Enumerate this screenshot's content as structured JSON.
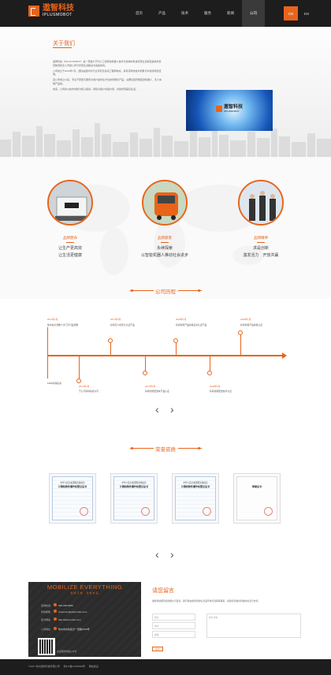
{
  "header": {
    "logo_cn": "遨智科技",
    "logo_en": "IPLUSMOBOT",
    "nav": [
      "首页",
      "产品",
      "技术",
      "服务",
      "新闻",
      "公司"
    ],
    "lang_cn": "CN",
    "lang_en": "EN"
  },
  "about": {
    "title": "关于我们",
    "paragraphs": [
      "遨博科技（IPLUS MOBOT）是一家致力于同人工智能和机器人技术为载体的科技智慧生活新型提供商智慧物流和无人驾驶公司与智慧生活解决方案提供商。",
      "公司成立于2016年7月，团队由国内外行业专家及资深工程师构成，具有深厚的技术积累与丰富的项目经验。",
      "自公司成立以来，专注于研发与服务为用户提供全方位的智能化产品，主要包括智能配送机器人、无人车等产品线。",
      "未来，公司将以技术创新为核心驱动，持续为客户创造价值，共建智慧美好生活。"
    ],
    "image_logo": "遨智科技",
    "image_logo_en": "IPLUSMOBOT"
  },
  "brand": [
    {
      "title": "品牌使命",
      "lines": [
        "让生产更高效",
        "让生活更健康"
      ]
    },
    {
      "title": "品牌愿景",
      "lines": [
        "永续探索",
        "以智能机器人推动社会进步"
      ]
    },
    {
      "title": "品牌精神",
      "lines": [
        "求是创新",
        "激发活力　开放共赢"
      ]
    }
  ],
  "history": {
    "title": "公司历程",
    "top": [
      {
        "date": "2017年1月",
        "text": "集中在全部推介全门平行品测量"
      },
      {
        "date": "2017年3月",
        "text": "获得无人机安全认证产品"
      },
      {
        "date": "2018年1月",
        "text": "获得智能产品资格证书认证产品"
      },
      {
        "date": "2018年1月",
        "text": "获得省级产品资格认证"
      }
    ],
    "bottom": [
      {
        "date": "",
        "text": "FMW获得投资"
      },
      {
        "date": "2017年2月",
        "text": "于公司获得投资认可"
      },
      {
        "date": "2017年6月",
        "text": "获得智能配送车产品认证"
      },
      {
        "date": "2018年1月",
        "text": "获得省级配送技术认证"
      }
    ]
  },
  "honors": {
    "title": "荣誉资质",
    "certs": [
      {
        "t1": "中华人民共和国国家版权局",
        "t2": "计算机软件著作权登记证书"
      },
      {
        "t1": "中华人民共和国国家版权局",
        "t2": "计算机软件著作权登记证书"
      },
      {
        "t1": "中华人民共和国国家版权局",
        "t2": "计算机软件著作权登记证书"
      },
      {
        "t1": "",
        "t2": "荣誉证书"
      }
    ]
  },
  "contact": {
    "headline": "MOBILIZE EVERYTHING",
    "subline": "赋能万物　智能未来",
    "phone_label": "咨询热线",
    "phone": "400-185-6289",
    "email_label": "商务邮箱",
    "email": "customer@iplusmobot.com",
    "web_label": "官方网站",
    "web": "http://iplusmobot.com",
    "addr_label": "公司地址",
    "addr": "杭州市余杭区文一西路1500号",
    "qr_label": "关注遨智科技公众号"
  },
  "message": {
    "title": "请您留言",
    "text": "遨智科技期待您的留言与建议，我们将在收到您的信息后尽快与您取得联系，感谢您对遨智科技的关注与支持。",
    "name_placeholder": "姓名",
    "phone_placeholder": "电话",
    "email_placeholder": "邮箱",
    "content_placeholder": "留言内容",
    "submit": "提交"
  },
  "footer": {
    "copyright": "©2017 杭州遨智科技有限公司",
    "icp": "浙ICP备17030939号",
    "link": "网站建设"
  },
  "colors": {
    "accent": "#e8641b",
    "dark": "#1d1d1d"
  }
}
